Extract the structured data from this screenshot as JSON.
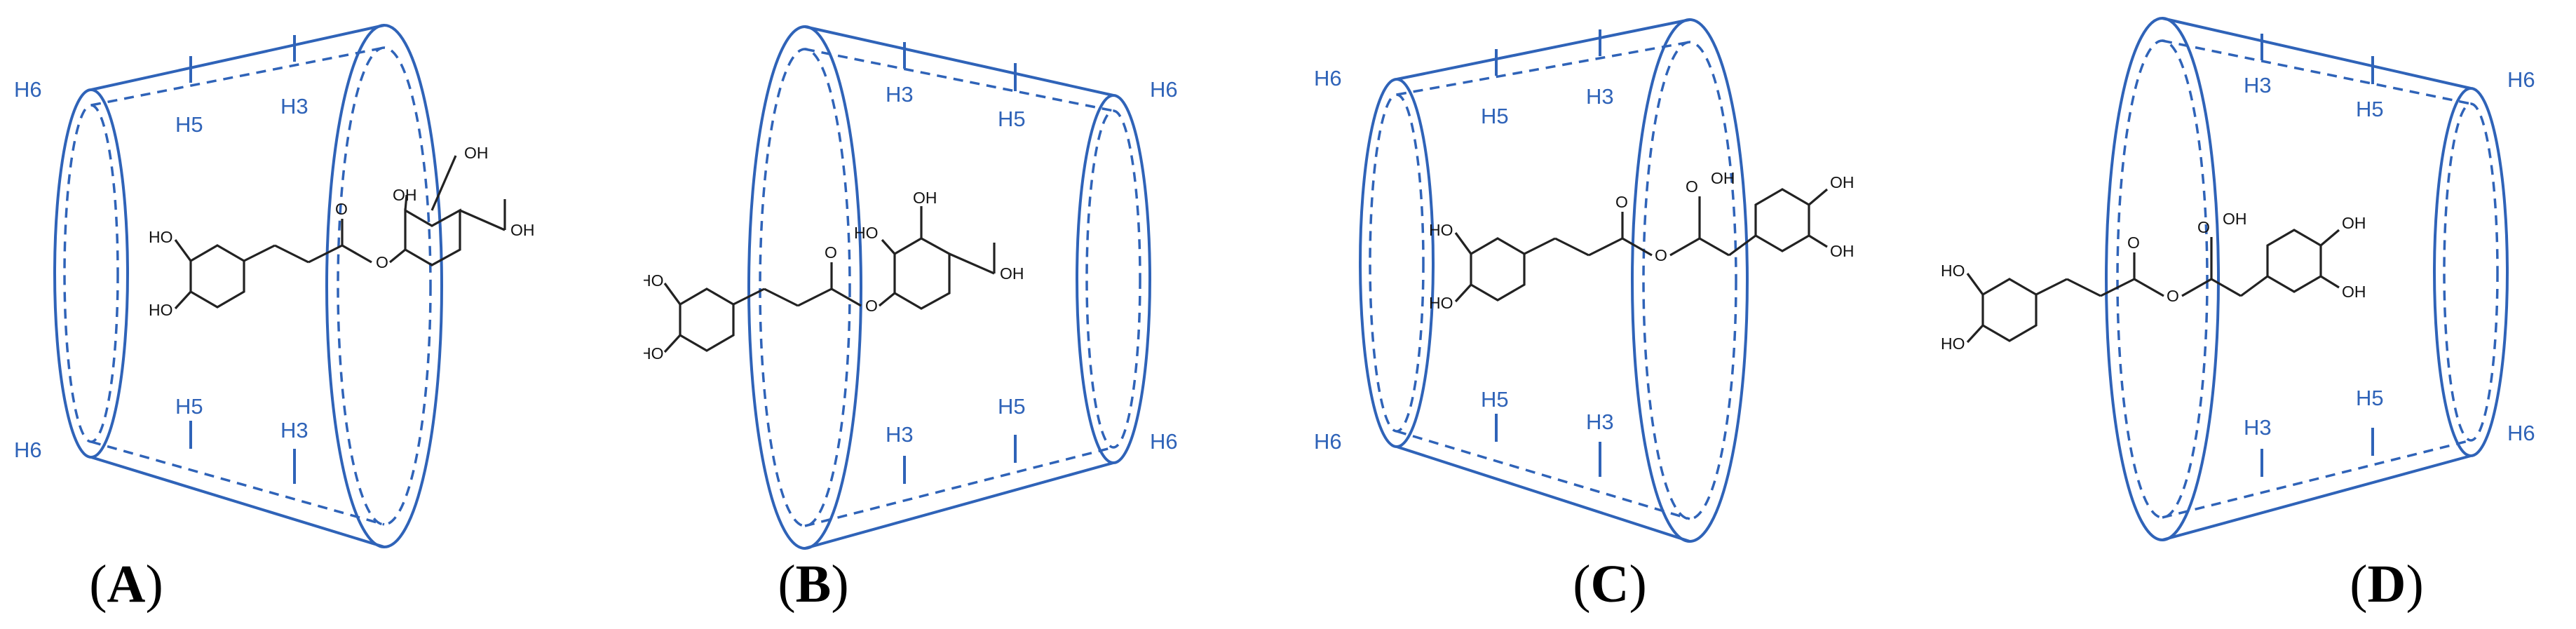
{
  "panels": [
    {
      "id": "A",
      "caption_open": "(",
      "caption_letter": "A",
      "caption_close": ")"
    },
    {
      "id": "B",
      "caption_open": "(",
      "caption_letter": "B",
      "caption_close": ")"
    },
    {
      "id": "C",
      "caption_open": "(",
      "caption_letter": "C",
      "caption_close": ")"
    },
    {
      "id": "D",
      "caption_open": "(",
      "caption_letter": "D",
      "caption_close": ")"
    }
  ],
  "proton_labels": {
    "h3": "H3",
    "h5": "H5",
    "h6": "H6"
  },
  "atoms": {
    "hydroxyl": "HO",
    "hydroxyl_r": "OH",
    "oxygen": "O"
  },
  "colors": {
    "cyclodextrin": "#2f63b8",
    "molecule": "#222222"
  }
}
